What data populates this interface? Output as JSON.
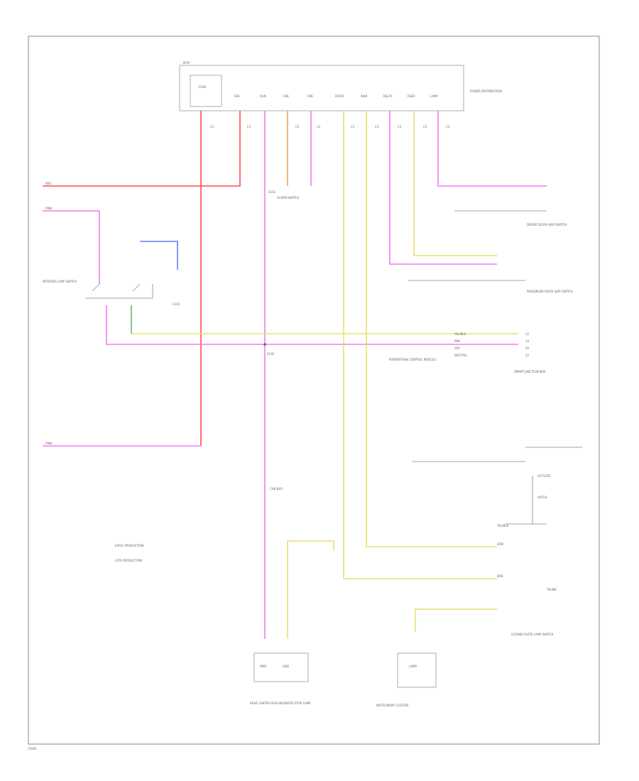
{
  "diagram": {
    "page_code": "FORD",
    "module_header": "BCM",
    "module_side_note": "POWER DISTRIBUTION",
    "fuse_label": "FUSE",
    "module_pins": [
      "IGN",
      "RUN",
      "CAN",
      "CAN",
      "DOOR",
      "AJAR",
      "RELAY",
      "FEED",
      "LAMP"
    ],
    "pin_numbers": [
      "C1",
      "C1",
      "C2",
      "C2",
      "C3",
      "C3",
      "C3",
      "C3",
      "C3"
    ],
    "splices": [
      "S101",
      "S102"
    ],
    "left_inputs": [
      "RED",
      "PINK",
      "PINK"
    ],
    "left_switch": "INTERIOR LAMP SWITCH",
    "mid_component": "ALARM SWITCH",
    "ground_ref": "G101",
    "can_label": "CAN BUS",
    "door_switches": [
      "DRIVER DOOR AJAR SWITCH",
      "PASSENGER DOOR AJAR SWITCH"
    ],
    "conn_block_left": "POWERTRAIN CONTROL MODULE",
    "conn_block_right": "SMART JUNCTION BOX",
    "conn_pins": [
      "YEL/BLK",
      "PNK",
      "GRY",
      "WHT/YEL"
    ],
    "conn_pin_nums": [
      "12",
      "14",
      "20",
      "22"
    ],
    "lower_switch_group": "LICENSE PLATE LAMP SWITCH",
    "lower_right_labels": [
      "LIFTGATE",
      "HATCH",
      "TRUNK"
    ],
    "lower_pins": [
      "YEL/BLK",
      "GRN",
      "BRN"
    ],
    "legend": [
      "EARLY PRODUCTION",
      "LATE PRODUCTION"
    ],
    "bottom_left_module": "REAR CENTER HIGH MOUNTED STOP LAMP",
    "bottom_left_pins": [
      "PWR",
      "GND"
    ],
    "bottom_right_module": "INSTRUMENT CLUSTER",
    "bottom_right_pin": "LAMP",
    "wire_colors": {
      "red": "#ff4a4a",
      "pink": "#f07cf0",
      "yellow": "#e8e070",
      "orange": "#f0a050",
      "green": "#60c060",
      "blue": "#6a7af0",
      "gray": "#888888"
    }
  }
}
